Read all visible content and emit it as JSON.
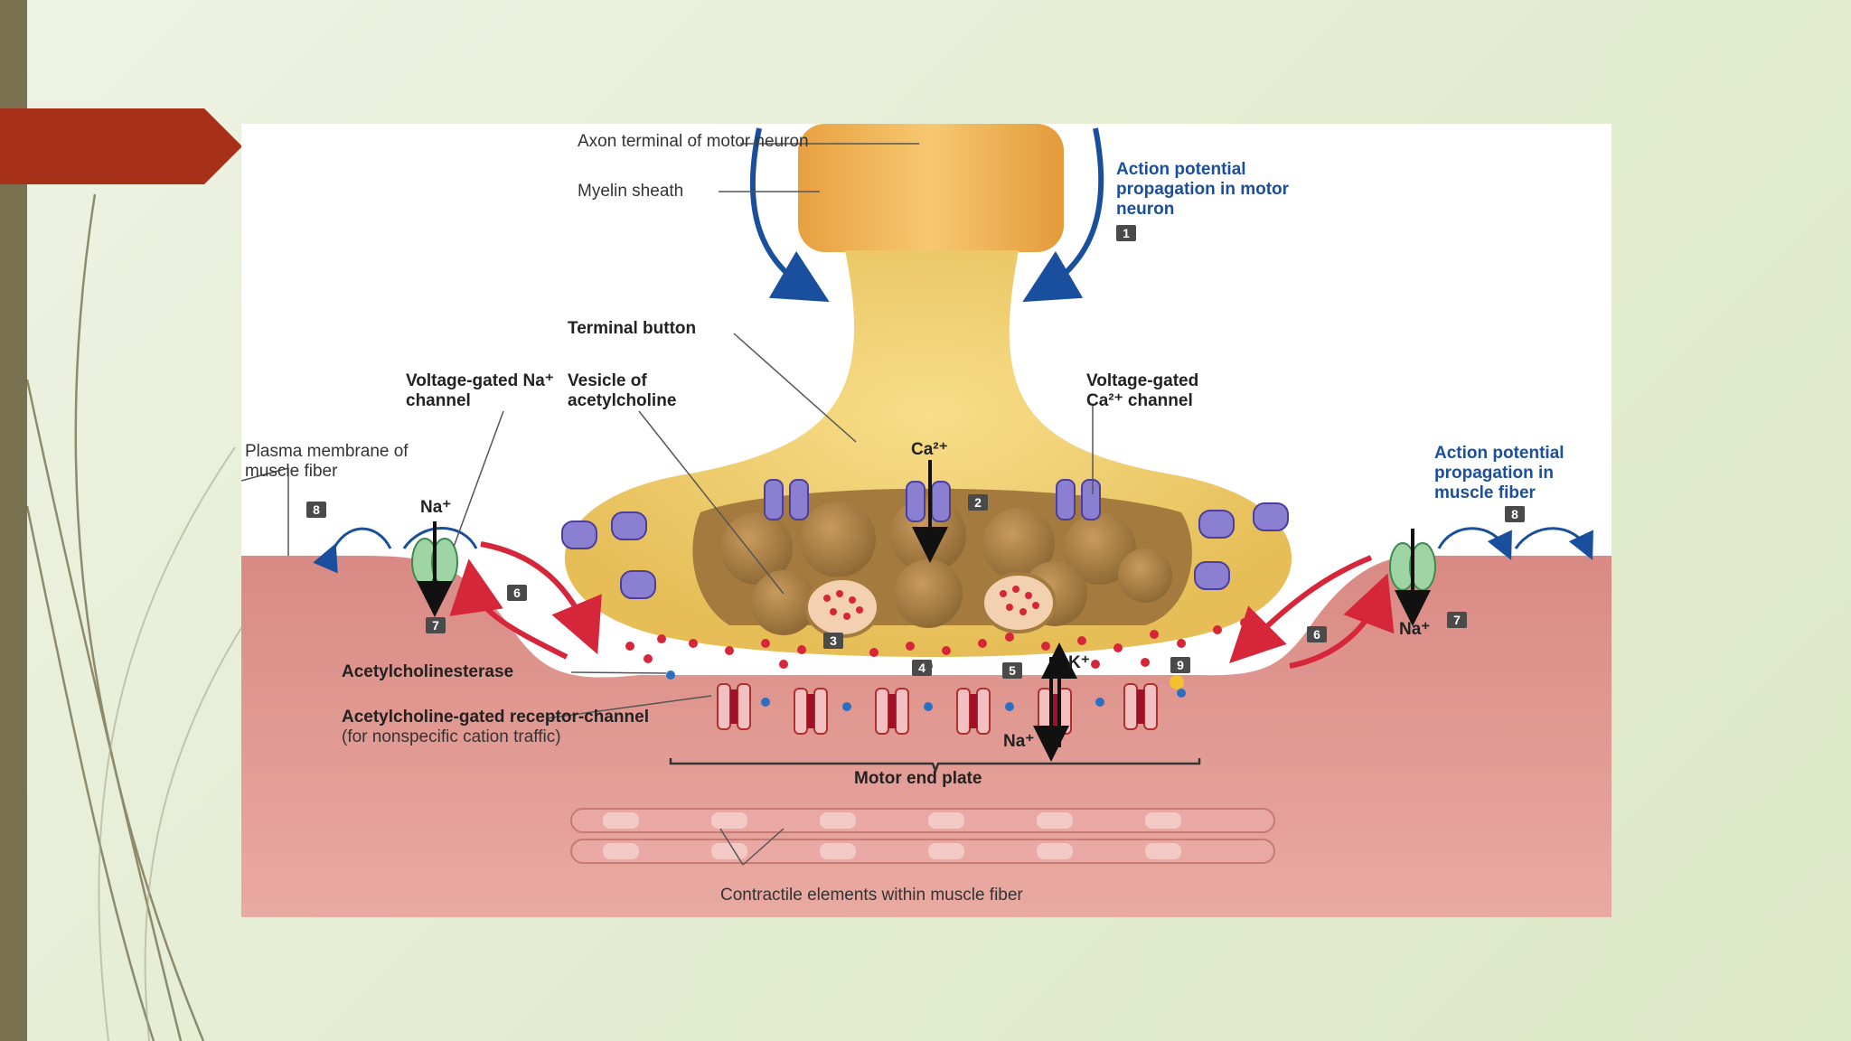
{
  "slide": {
    "accent_color": "#a63018",
    "strip_color": "#7a7150"
  },
  "figure": {
    "labels": {
      "axon_terminal": "Axon terminal of motor neuron",
      "myelin_sheath": "Myelin sheath",
      "ap_motor_neuron": "Action potential propagation in motor neuron",
      "terminal_button": "Terminal button",
      "voltage_gated_na": "Voltage-gated Na⁺ channel",
      "vesicle_ach": "Vesicle of acetylcholine",
      "voltage_gated_ca": "Voltage-gated Ca²⁺ channel",
      "plasma_membrane": "Plasma membrane of muscle fiber",
      "ap_muscle_fiber": "Action potential propagation in muscle fiber",
      "ca_ion": "Ca²⁺",
      "na_ion_left": "Na⁺",
      "na_ion_right": "Na⁺",
      "na_ion_center": "Na⁺",
      "k_ion": "K⁺",
      "acetylcholinesterase": "Acetylcholinesterase",
      "ach_receptor_bold": "Acetylcholine-gated receptor-channel",
      "ach_receptor_rest": "(for nonspecific cation traffic)",
      "motor_end_plate": "Motor end plate",
      "contractile": "Contractile elements within muscle fiber"
    },
    "steps": [
      "1",
      "2",
      "3",
      "4",
      "5",
      "6",
      "7",
      "8",
      "9"
    ]
  }
}
